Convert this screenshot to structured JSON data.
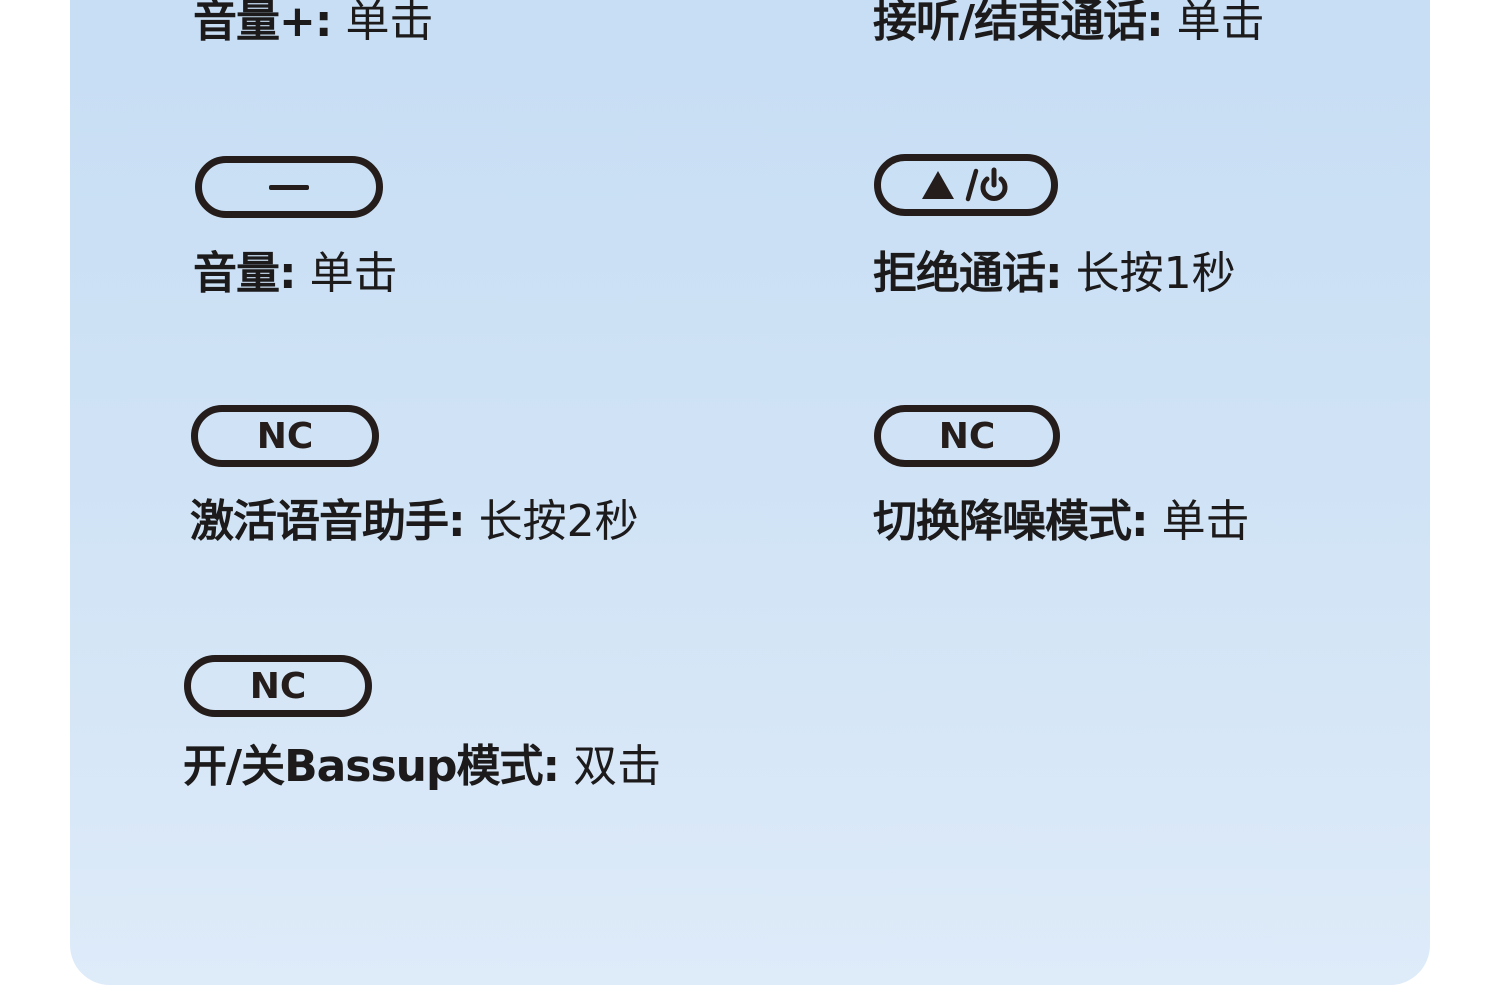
{
  "controls": [
    {
      "name": "音量+:",
      "action": "单击"
    },
    {
      "name": "接听/结束通话:",
      "action": "单击"
    },
    {
      "button": "",
      "icon": "minus-icon",
      "name": "音量:",
      "action": "单击"
    },
    {
      "button": "",
      "icon": "play-power-icon",
      "name": "拒绝通话:",
      "action": "长按1秒"
    },
    {
      "button": "NC",
      "name": "激活语音助手:",
      "action": "长按2秒"
    },
    {
      "button": "NC",
      "name": "切换降噪模式:",
      "action": "单击"
    },
    {
      "button": "NC",
      "name": "开/关Bassup模式:",
      "action": "双击"
    }
  ],
  "colors": {
    "panel_top": "#c6ddf4",
    "panel_bottom": "#deebf9",
    "ink": "#241d1b"
  }
}
